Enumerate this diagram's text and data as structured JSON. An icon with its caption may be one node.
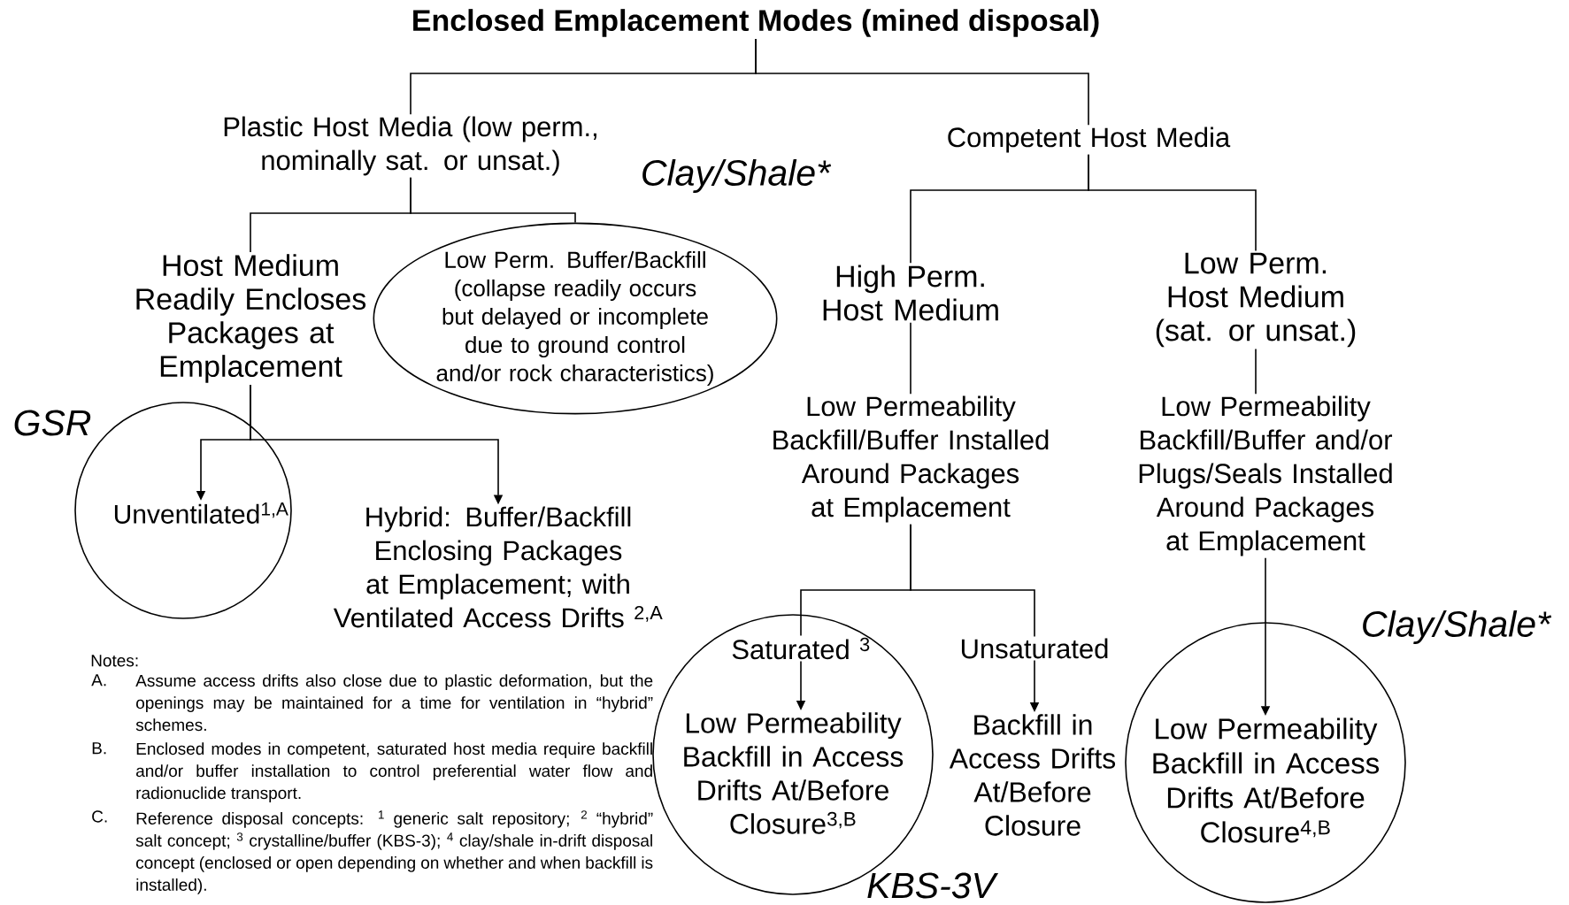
{
  "diagram": {
    "nodes": [
      {
        "text": [
          "Enclosed Emplacement Modes (mined disposal)"
        ]
      },
      {
        "text": [
          "Plastic Host Media (low perm., nominally sat. or unsat.)"
        ]
      },
      {
        "text": [
          "Competent Host Media"
        ]
      },
      {
        "text": [
          "Host Medium Readily Encloses Packages at Emplacement"
        ]
      },
      {
        "text": [
          "Low Perm. Buffer/Backfill (collapse readily occurs but delayed or incomplete due to ground control and/or rock characteristics)"
        ],
        "beside": [
          "Clay/Shale*"
        ]
      },
      {
        "text": [],
        "shape": "circle",
        "beside": [
          "GSR"
        ]
      },
      {
        "text": [
          "Unventilated$^{1,A}$"
        ],
        "in": 5
      },
      {
        "text": [
          "Hybrid: Buffer/Backfill Enclosing Packages at Emplacement; with Ventilated Access Drifts $^{2,A}$"
        ]
      },
      {
        "text": [
          "High Perm. Host Medium"
        ]
      },
      {
        "text": [
          "Low Perm. Host Medium (sat. or unsat.)"
        ]
      },
      {
        "text": [
          "Low Permeability Backfill/Buffer Installed Around Packages at Emplacement"
        ]
      },
      {
        "text": [
          "Low Permeability Backfill/Buffer and/or Plugs/Seals Installed Around Packages at Emplacement"
        ]
      },
      {
        "text": [],
        "shape": "circle",
        "beside": [
          "KBS-3V"
        ]
      },
      {
        "text": [
          "Saturated $^{3}$"
        ],
        "in": 12
      },
      {
        "text": [
          "Low Permeability Backfill in Access Drifts At/Before Closure$^{3,B}$"
        ],
        "in": 12
      },
      {
        "text": [
          "Unsaturated"
        ]
      },
      {
        "text": [
          "Backfill in Access Drifts At/Before Closure"
        ]
      },
      {
        "text": [],
        "shape": "circle",
        "beside": [
          "Clay/Shale*"
        ]
      },
      {
        "text": [
          "Low Permeability Backfill in Access Drifts At/Before Closure$^{4,B}$"
        ],
        "in": 17
      }
    ],
    "edges": [
      {
        "from": 0,
        "to": 1,
        "arrow": "none"
      },
      {
        "from": 0,
        "to": 2,
        "arrow": "none"
      },
      {
        "from": 1,
        "to": 3,
        "arrow": "none"
      },
      {
        "from": 1,
        "to": 4,
        "arrow": "none"
      },
      {
        "from": 2,
        "to": 8,
        "arrow": "none"
      },
      {
        "from": 2,
        "to": 9,
        "arrow": "none"
      },
      {
        "from": 3,
        "to": 6,
        "arrow": "to"
      },
      {
        "from": 3,
        "to": 7,
        "arrow": "to"
      },
      {
        "from": 8,
        "to": 10,
        "arrow": "none"
      },
      {
        "from": 9,
        "to": 11,
        "arrow": "none"
      },
      {
        "from": 10,
        "to": 13,
        "arrow": "none"
      },
      {
        "from": 10,
        "to": 15,
        "arrow": "none"
      },
      {
        "from": 13,
        "to": 14,
        "arrow": "to"
      },
      {
        "from": 15,
        "to": 16,
        "arrow": "to"
      },
      {
        "from": 11,
        "to": 18,
        "arrow": "to"
      }
    ],
    "labels": [
      "Notes:",
      "A.",
      "Assume access drifts also close due to plastic deformation, but the openings may be maintained for a time for ventilation in “hybrid” schemes.",
      "B.",
      "Enclosed modes in competent, saturated host media require backfill and/or buffer installation to control preferential water flow and radionuclide transport.",
      "C.",
      "Reference disposal concepts: $^{1}$ generic salt repository; $^{2}$ “hybrid” salt concept; $^{3}$ crystalline/buffer (KBS-3); $^{4}$ clay/shale in-drift disposal concept (enclosed or open depending on whether and when backfill is installed)."
    ]
  }
}
